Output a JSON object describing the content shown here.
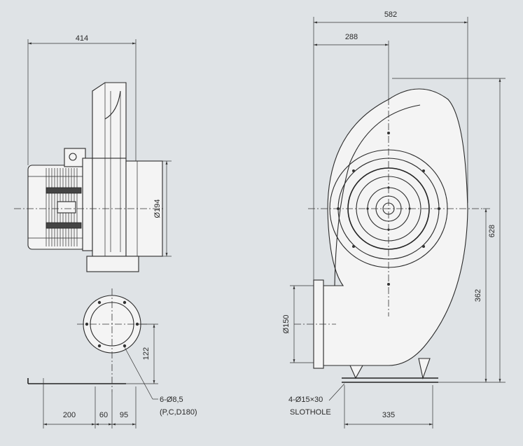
{
  "drawing": {
    "side_view": {
      "dim_overall_width": "414",
      "dim_inlet_dia": "Ø194",
      "dim_outlet_center_height": "122",
      "dim_base_a": "200",
      "dim_base_b": "60",
      "dim_base_c": "95",
      "note_bolt_holes": "6-Ø8,5",
      "note_pcd": "(P,C,D180)"
    },
    "front_view": {
      "dim_overall_width": "582",
      "dim_axis_offset": "288",
      "dim_overall_height": "628",
      "dim_axis_height": "362",
      "dim_outlet_dia": "Ø150",
      "dim_foot_span": "335",
      "note_slot_holes": "4-Ø15×30",
      "note_slot_label": "SLOTHOLE"
    }
  }
}
